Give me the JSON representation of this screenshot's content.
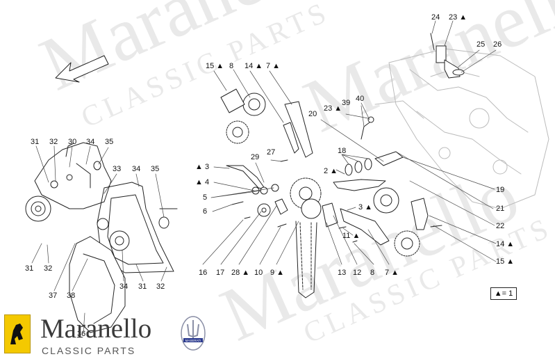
{
  "diagram": {
    "callouts": [
      "24",
      "23 ▲",
      "25",
      "26",
      "15 ▲",
      "8",
      "14 ▲",
      "7 ▲",
      "23 ▲",
      "39",
      "40",
      "20",
      "18",
      "27",
      "29",
      "2 ▲",
      "▲ 3",
      "▲ 4",
      "5",
      "6",
      "3 ▲",
      "19",
      "21",
      "22",
      "11 ▲",
      "14 ▲",
      "15 ▲",
      "16",
      "17",
      "28 ▲",
      "10",
      "9 ▲",
      "13",
      "12",
      "8",
      "7 ▲",
      "31",
      "32",
      "30",
      "34",
      "35",
      "33",
      "34",
      "35",
      "31",
      "32",
      "37",
      "38",
      "34",
      "31",
      "32",
      "36"
    ],
    "legend": "▲= 1"
  },
  "branding": {
    "title": "Maranello",
    "subtitle": "CLASSIC PARTS",
    "badge_text": "MASERATI"
  },
  "watermark": {
    "big": "Maranello",
    "small": "CLASSIC PARTS"
  },
  "colors": {
    "line": "#222222",
    "watermark": "#e9e9e9",
    "badge_yellow": "#f4c900"
  }
}
